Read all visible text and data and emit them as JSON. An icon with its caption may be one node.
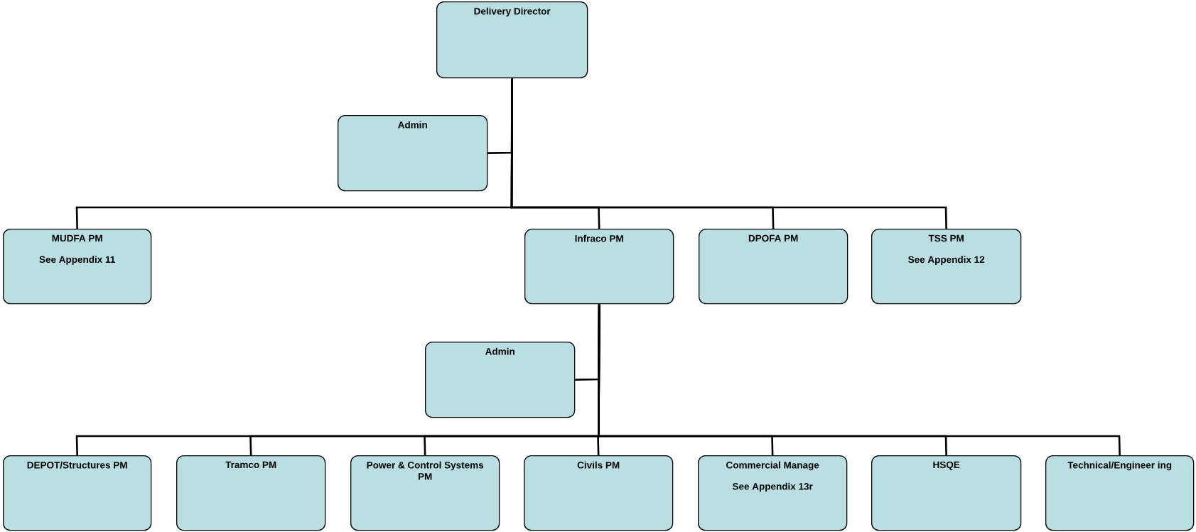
{
  "diagram": {
    "nodes": [
      {
        "text": [
          "Delivery Director"
        ]
      },
      {
        "text": [
          "Admin"
        ]
      },
      {
        "text": [
          "MUDFA PM",
          "See Appendix 11"
        ]
      },
      {
        "text": [
          "Infraco PM"
        ]
      },
      {
        "text": [
          "DPOFA PM"
        ]
      },
      {
        "text": [
          "TSS PM",
          "See Appendix 12"
        ]
      },
      {
        "text": [
          "Admin"
        ]
      },
      {
        "text": [
          "DEPOT/Structures PM"
        ]
      },
      {
        "text": [
          "Tramco PM"
        ]
      },
      {
        "text": [
          "Power & Control Systems PM"
        ]
      },
      {
        "text": [
          "Civils PM"
        ]
      },
      {
        "text": [
          "Commercial Manage",
          "See Appendix 13r"
        ]
      },
      {
        "text": [
          "HSQE"
        ]
      },
      {
        "text": [
          "Technical/Engineer ing"
        ]
      }
    ],
    "edges": [
      {
        "from": 0,
        "to": 1,
        "arrow": "none"
      },
      {
        "from": 0,
        "to": 2,
        "arrow": "none"
      },
      {
        "from": 0,
        "to": 3,
        "arrow": "none"
      },
      {
        "from": 0,
        "to": 4,
        "arrow": "none"
      },
      {
        "from": 0,
        "to": 5,
        "arrow": "none"
      },
      {
        "from": 3,
        "to": 6,
        "arrow": "none"
      },
      {
        "from": 3,
        "to": 7,
        "arrow": "none"
      },
      {
        "from": 3,
        "to": 8,
        "arrow": "none"
      },
      {
        "from": 3,
        "to": 9,
        "arrow": "none"
      },
      {
        "from": 3,
        "to": 10,
        "arrow": "none"
      },
      {
        "from": 3,
        "to": 11,
        "arrow": "none"
      },
      {
        "from": 3,
        "to": 12,
        "arrow": "none"
      },
      {
        "from": 3,
        "to": 13,
        "arrow": "none"
      }
    ]
  }
}
